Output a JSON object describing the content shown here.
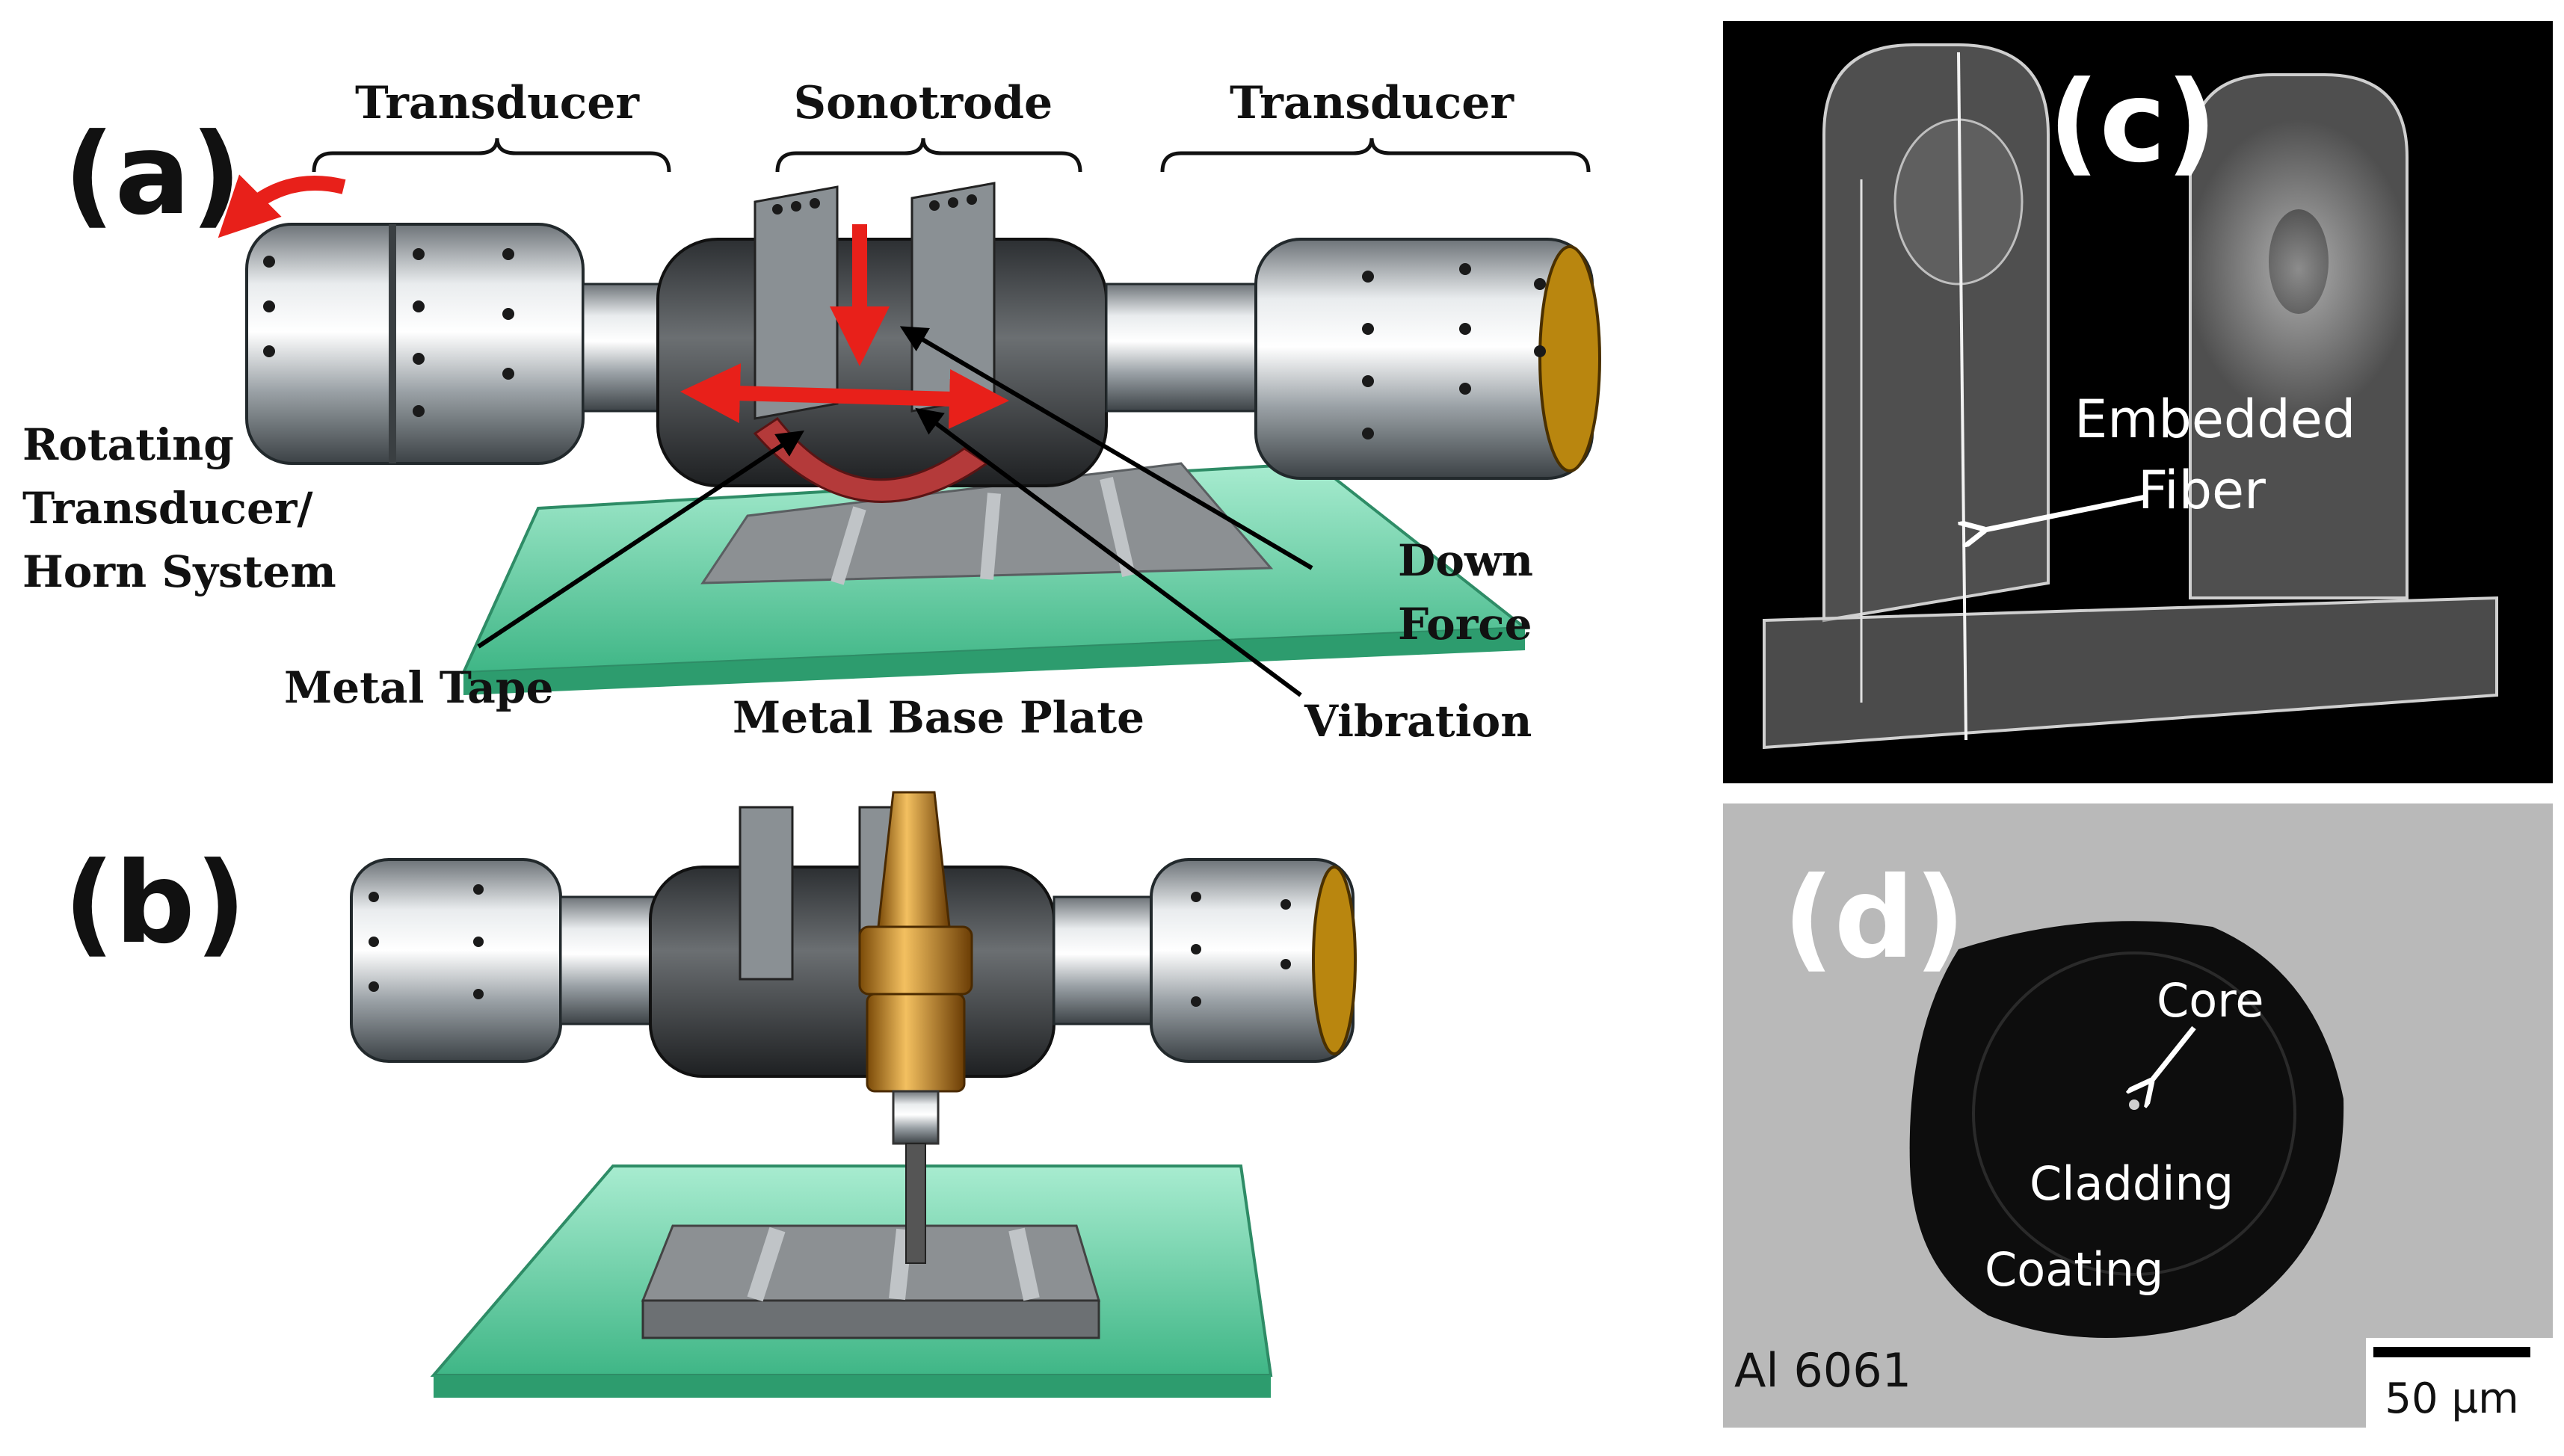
{
  "panel_a": {
    "tag": "(a)",
    "labels": {
      "transducer_left": "Transducer",
      "sonotrode": "Sonotrode",
      "transducer_right": "Transducer",
      "rotating_line1": "Rotating",
      "rotating_line2": "Transducer/",
      "rotating_line3": "Horn System",
      "down_force_line1": "Down",
      "down_force_line2": "Force",
      "metal_tape": "Metal Tape",
      "metal_base_plate": "Metal Base Plate",
      "vibration": "Vibration"
    }
  },
  "panel_b": {
    "tag": "(b)"
  },
  "panel_c": {
    "tag": "(c)",
    "embedded_line1": "Embedded",
    "embedded_line2": "Fiber"
  },
  "panel_d": {
    "tag": "(d)",
    "core": "Core",
    "cladding": "Cladding",
    "coating": "Coating",
    "material": "Al 6061",
    "scale_bar": "50 µm"
  },
  "colors": {
    "arrow_red": "#e8201a",
    "base_green": "#5fd0a0",
    "panel_c_bg": "#000000",
    "panel_d_bg": "#b9b9b9"
  }
}
